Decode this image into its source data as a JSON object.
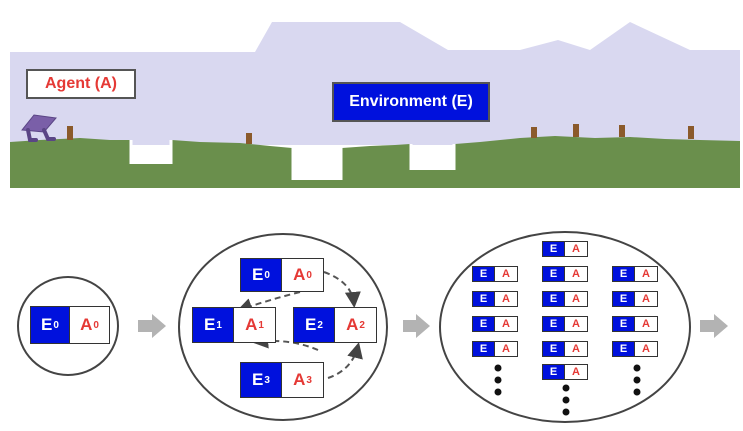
{
  "labels": {
    "agent": "Agent (A)",
    "environment": "Environment (E)"
  },
  "pair_letters": {
    "env": "E",
    "agent": "A"
  },
  "stage1": [
    {
      "sub": "0"
    }
  ],
  "stage2": [
    {
      "sub": "0"
    },
    {
      "sub": "1"
    },
    {
      "sub": "2"
    },
    {
      "sub": "3"
    }
  ],
  "colors": {
    "sky": "#d9d8f0",
    "ground": "#6a8f4c",
    "env_blue": "#0011dd",
    "agent_red": "#e53935",
    "post_brown": "#8b5a2b",
    "agent_purple": "#7a5fa8",
    "arrow_gray": "#b3b3b3"
  }
}
